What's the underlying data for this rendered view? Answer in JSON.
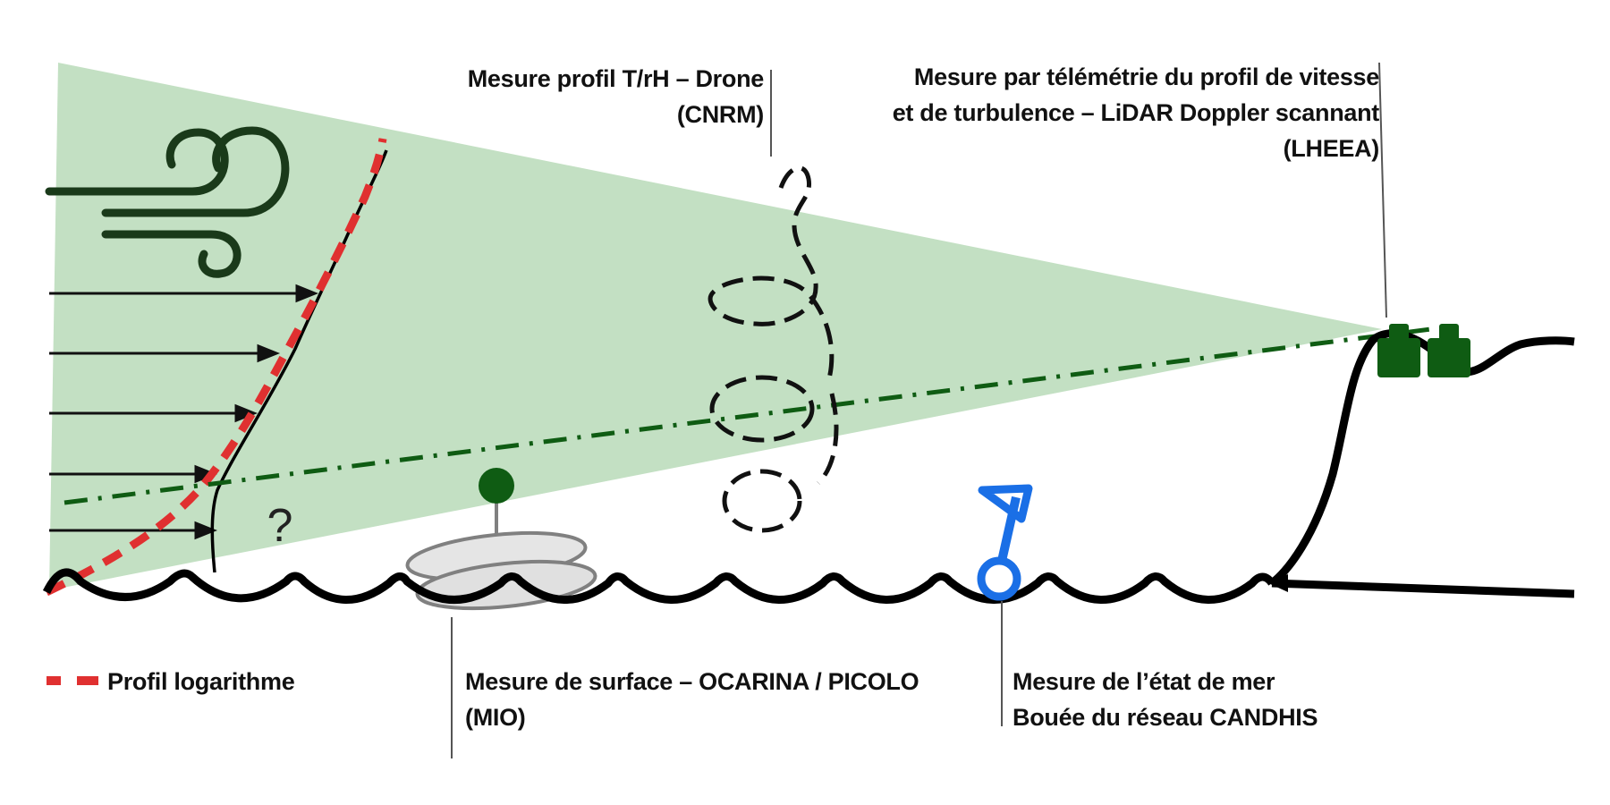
{
  "colors": {
    "beam": "#c3e0c3",
    "lidar": "#0f5c13",
    "sea": "#000000",
    "log_profile": "#e03030",
    "buoy": "#1a6fe6",
    "drone_float": "#0f5c13"
  },
  "icons": {
    "wind": "wind-icon",
    "lidar": "lidar-device-icon",
    "buoy": "buoy-icon",
    "floater": "surface-float-icon",
    "drone": "drone-trajectory"
  },
  "labels": {
    "drone": [
      "Mesure profil T/rH – Drone",
      "(CNRM)"
    ],
    "lidar": [
      "Mesure par télémétrie du profil de vitesse",
      "et de turbulence – LiDAR Doppler scannant",
      "(LHEEA)"
    ],
    "surface": [
      "Mesure de surface – OCARINA / PICOLO",
      "(MIO)"
    ],
    "buoy": [
      "Mesure de l’état de mer",
      "Bouée du réseau CANDHIS"
    ],
    "question": "?"
  },
  "legend": {
    "log_profile": "Profil logarithme"
  }
}
